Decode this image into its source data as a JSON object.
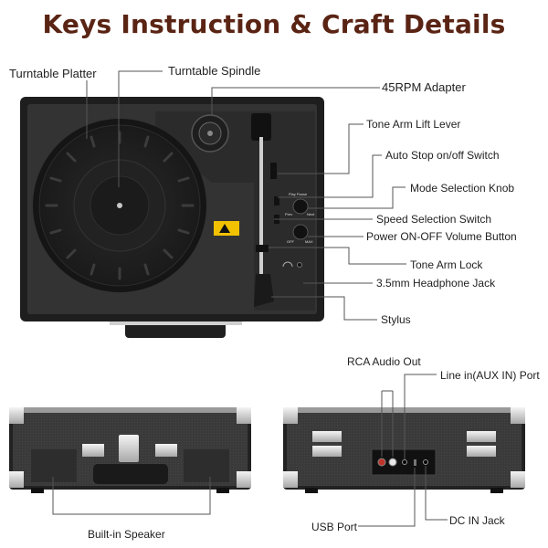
{
  "header": {
    "title": "Keys Instruction & Craft Details"
  },
  "labels": {
    "turntable_platter": "Turntable Platter",
    "turntable_spindle": "Turntable Spindle",
    "rpm_adapter": "45RPM Adapter",
    "tone_arm_lift_lever": "Tone Arm Lift Lever",
    "auto_stop_switch": "Auto Stop on/off Switch",
    "mode_selection_knob": "Mode Selection Knob",
    "speed_selection_switch": "Speed Selection Switch",
    "power_volume_button": "Power ON-OFF Volume Button",
    "tone_arm_lock": "Tone Arm Lock",
    "headphone_jack": "3.5mm Headphone Jack",
    "stylus": "Stylus",
    "rca_audio_out": "RCA Audio Out",
    "line_in": "Line in(AUX IN) Port",
    "builtin_speaker": "Built-in Speaker",
    "usb_port": "USB Port",
    "dc_in_jack": "DC IN Jack"
  },
  "panel_text": {
    "play_pause": "Play Pause",
    "prev": "Prev",
    "next": "Next",
    "off": "OFF",
    "max": "MAX"
  },
  "colors": {
    "title": "#5a2414",
    "case": "#2f2f2f",
    "case_edge": "#1c1c1c",
    "leader": "#555555",
    "warning": "#f2c200",
    "chrome": "#d8d8d8"
  }
}
